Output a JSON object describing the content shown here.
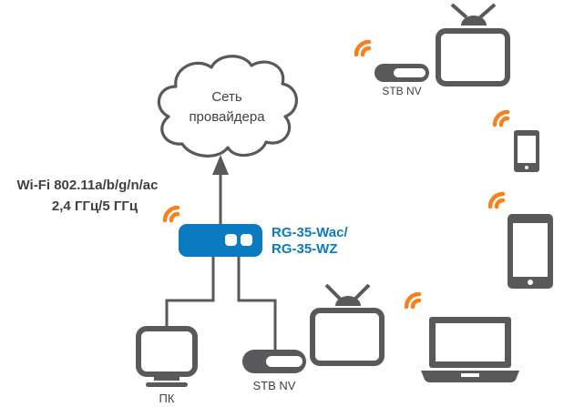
{
  "colors": {
    "icon_gray": "#58595b",
    "wifi_orange": "#f5821f",
    "router_blue": "#0a7bc1",
    "text_dark": "#404040",
    "line_gray": "#58595b"
  },
  "cloud": {
    "line1": "Сеть",
    "line2": "провайдера"
  },
  "wifi_spec": {
    "line1": "Wi-Fi 802.11a/b/g/n/ac",
    "line2": "2,4 ГГц/5 ГГц"
  },
  "router": {
    "icon": "router-icon",
    "line1": "RG-35-Wac/",
    "line2": "RG-35-WZ"
  },
  "devices": {
    "pc": {
      "label": "ПК",
      "icon": "desktop-monitor-icon",
      "connection": "wired"
    },
    "stb_wired": {
      "label": "STB NV",
      "icon": "set-top-box-icon",
      "connection": "wired"
    },
    "tv_wired": {
      "icon": "tv-icon"
    },
    "stb_wireless": {
      "label": "STB NV",
      "icon": "set-top-box-icon",
      "connection": "wireless"
    },
    "tv_wireless": {
      "icon": "tv-icon"
    },
    "phone": {
      "icon": "smartphone-icon",
      "connection": "wireless"
    },
    "tablet": {
      "icon": "tablet-icon",
      "connection": "wireless"
    },
    "laptop": {
      "icon": "laptop-icon",
      "connection": "wireless"
    }
  }
}
